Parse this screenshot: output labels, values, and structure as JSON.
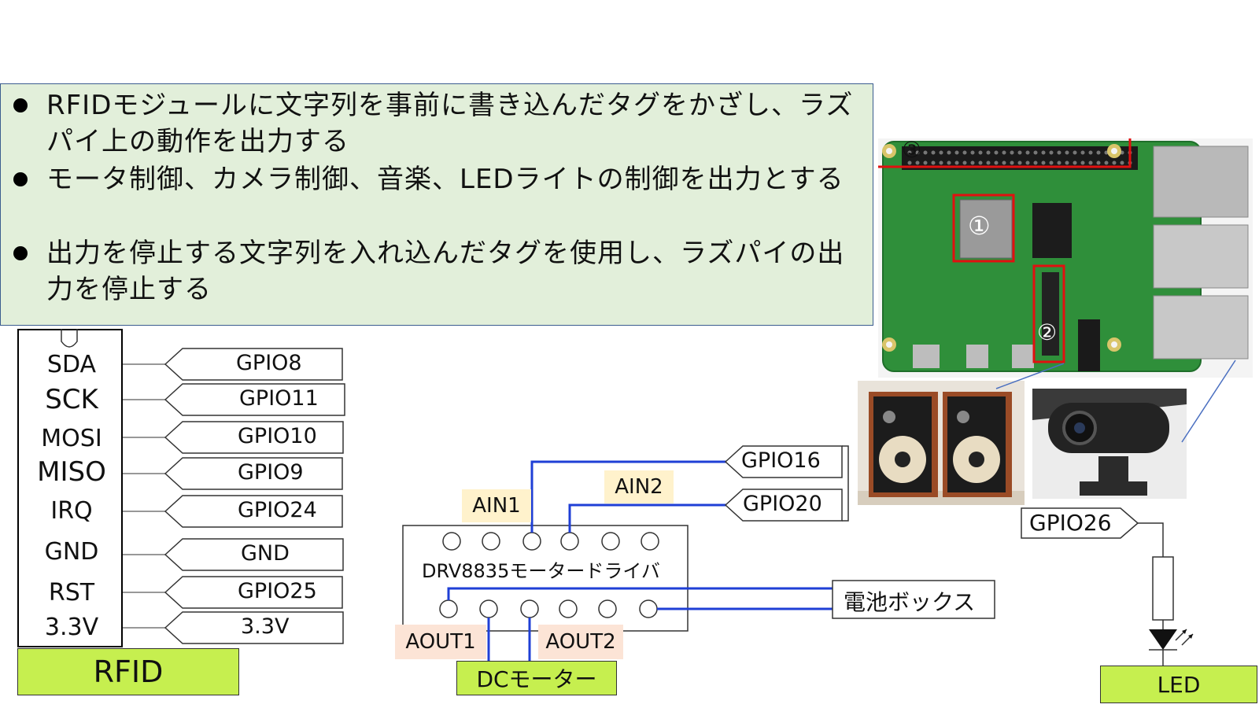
{
  "bullets": [
    "RFIDモジュールに文字列を事前に書き込んだタグをかざし、ラズパイ上の動作を出力する",
    "モータ制御、カメラ制御、音楽、LEDライトの制御を出力とする",
    "出力を停止する文字列を入れ込んだタグを使用し、ラズパイの出力を停止する"
  ],
  "rfid": {
    "title": "RFID",
    "pins": [
      "SDA",
      "SCK",
      "MOSI",
      "MISO",
      "IRQ",
      "GND",
      "RST",
      "3.3V"
    ],
    "gpio": [
      "GPIO8",
      "GPIO11",
      "GPIO10",
      "GPIO9",
      "GPIO24",
      "GND",
      "GPIO25",
      "3.3V"
    ]
  },
  "motor": {
    "driver": "DRV8835モータードライバ",
    "ain1": "AIN1",
    "ain2": "AIN2",
    "aout1": "AOUT1",
    "aout2": "AOUT2",
    "gpio_a": "GPIO16",
    "gpio_b": "GPIO20",
    "battery": "電池ボックス",
    "dc": "DCモーター"
  },
  "led": {
    "gpio": "GPIO26",
    "label": "LED"
  },
  "pi_markers": [
    "③",
    "①",
    "②"
  ],
  "colors": {
    "wire": "#1f3fd6",
    "highlight": "#e11010",
    "green_label": "#c6ef4f",
    "bullet_bg": "#e2efda"
  }
}
